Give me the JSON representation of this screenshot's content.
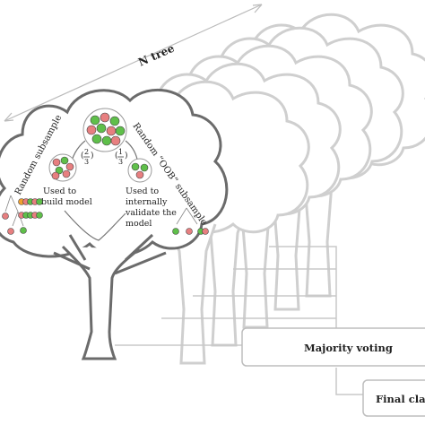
{
  "title": "N tree",
  "left_branch": {
    "arrow_label": "Random subsample",
    "fraction": {
      "numerator": "2",
      "denominator": "3"
    },
    "caption": [
      "Used to",
      "build model"
    ]
  },
  "right_branch": {
    "arrow_label": "Random “OOB” subsample",
    "fraction": {
      "numerator": "1",
      "denominator": "3"
    },
    "caption": [
      "Used to",
      "internally",
      "validate the",
      "model"
    ]
  },
  "majority_voting": "Majority voting",
  "final_class": "Final class",
  "colors": {
    "outline_light": "#cfcfcf",
    "outline_dark": "#6b6b6b",
    "green": "#5fbf4a",
    "red": "#e77f80",
    "orange": "#f0a030",
    "text": "#222222"
  }
}
